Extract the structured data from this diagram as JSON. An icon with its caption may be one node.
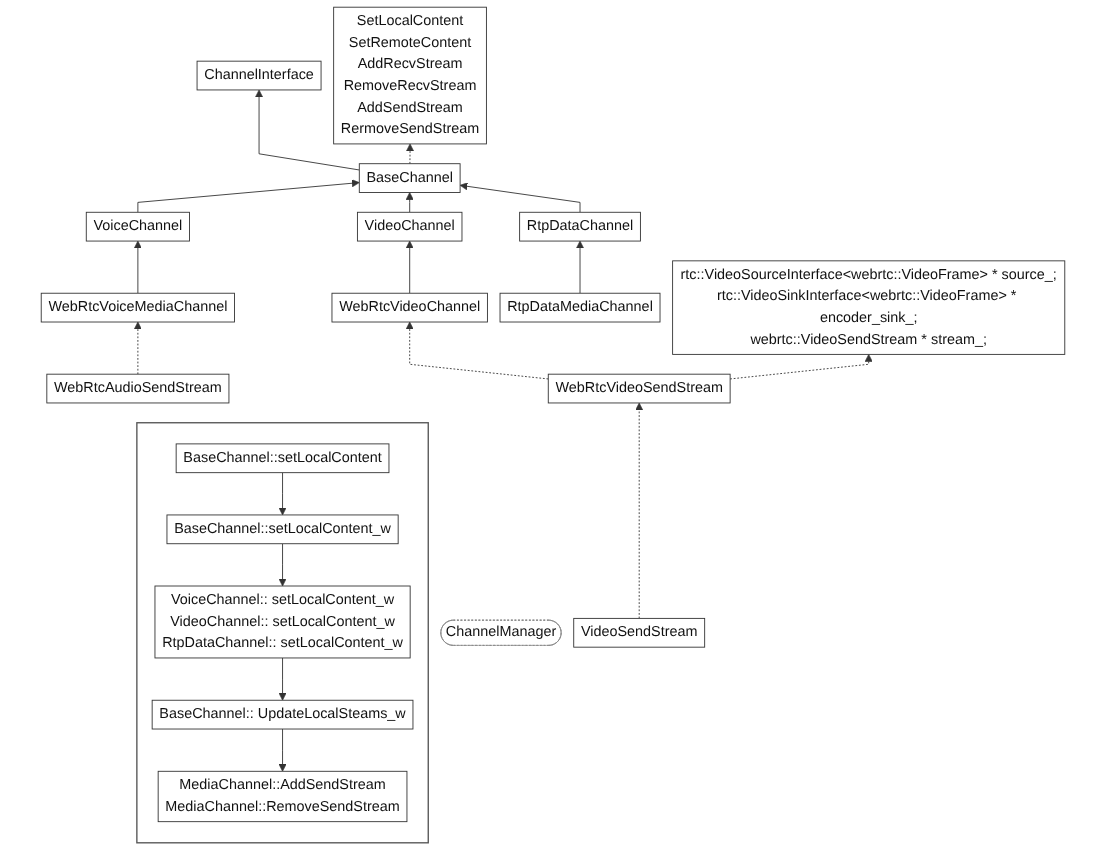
{
  "diagram": {
    "nodes": [
      {
        "text": [
          "ChannelInterface"
        ]
      },
      {
        "text": [
          "BaseChannel"
        ]
      },
      {
        "text": [
          "SetLocalContent",
          "SetRemoteContent",
          "AddRecvStream",
          "RemoveRecvStream",
          "AddSendStream",
          "RermoveSendStream"
        ]
      },
      {
        "text": [
          "ChannelManager"
        ]
      },
      {
        "text": [
          "VoiceChannel"
        ]
      },
      {
        "text": [
          "VideoChannel"
        ]
      },
      {
        "text": [
          "RtpDataChannel"
        ]
      },
      {
        "text": [
          "WebRtcVoiceMediaChannel"
        ]
      },
      {
        "text": [
          "WebRtcVideoChannel"
        ]
      },
      {
        "text": [
          "RtpDataMediaChannel"
        ]
      },
      {
        "text": [
          "WebRtcAudioSendStream"
        ]
      },
      {
        "text": [
          "WebRtcVideoSendStream"
        ]
      },
      {
        "text": [
          "rtc::VideoSourceInterface<webrtc::VideoFrame> * source_;",
          "rtc::VideoSinkInterface<webrtc::VideoFrame> * encoder_sink_;",
          "webrtc::VideoSendStream * stream_;"
        ]
      },
      {
        "text": [
          "VideoSendStream"
        ]
      },
      {
        "text": [],
        "shape": "box"
      },
      {
        "text": [
          "BaseChannel::setLocalContent"
        ],
        "in": 14
      },
      {
        "text": [
          "BaseChannel::setLocalContent_w"
        ],
        "in": 14
      },
      {
        "text": [
          "VoiceChannel:: setLocalContent_w",
          "VideoChannel:: setLocalContent_w",
          "RtpDataChannel:: setLocalContent_w"
        ],
        "in": 14
      },
      {
        "text": [
          "BaseChannel:: UpdateLocalSteams_w"
        ],
        "in": 14
      },
      {
        "text": [
          "MediaChannel::AddSendStream",
          "MediaChannel::RemoveSendStream"
        ],
        "in": 14
      }
    ],
    "edges": [
      {
        "from": 1,
        "to": 0,
        "arrow": "to"
      },
      {
        "from": 1,
        "to": 2,
        "arrow": "to",
        "style": "dashed"
      },
      {
        "from": 4,
        "to": 1,
        "arrow": "to"
      },
      {
        "from": 5,
        "to": 1,
        "arrow": "to"
      },
      {
        "from": 6,
        "to": 1,
        "arrow": "to"
      },
      {
        "from": 7,
        "to": 4,
        "arrow": "to"
      },
      {
        "from": 8,
        "to": 5,
        "arrow": "to"
      },
      {
        "from": 9,
        "to": 6,
        "arrow": "to"
      },
      {
        "from": 10,
        "to": 7,
        "arrow": "to",
        "style": "dashed"
      },
      {
        "from": 11,
        "to": 8,
        "arrow": "to",
        "style": "dashed"
      },
      {
        "from": 11,
        "to": 12,
        "arrow": "to",
        "style": "dashed"
      },
      {
        "from": 13,
        "to": 11,
        "arrow": "to",
        "style": "dashed"
      },
      {
        "from": 15,
        "to": 16,
        "arrow": "to"
      },
      {
        "from": 16,
        "to": 17,
        "arrow": "to"
      },
      {
        "from": 17,
        "to": 18,
        "arrow": "to"
      },
      {
        "from": 18,
        "to": 19,
        "arrow": "to"
      }
    ]
  }
}
